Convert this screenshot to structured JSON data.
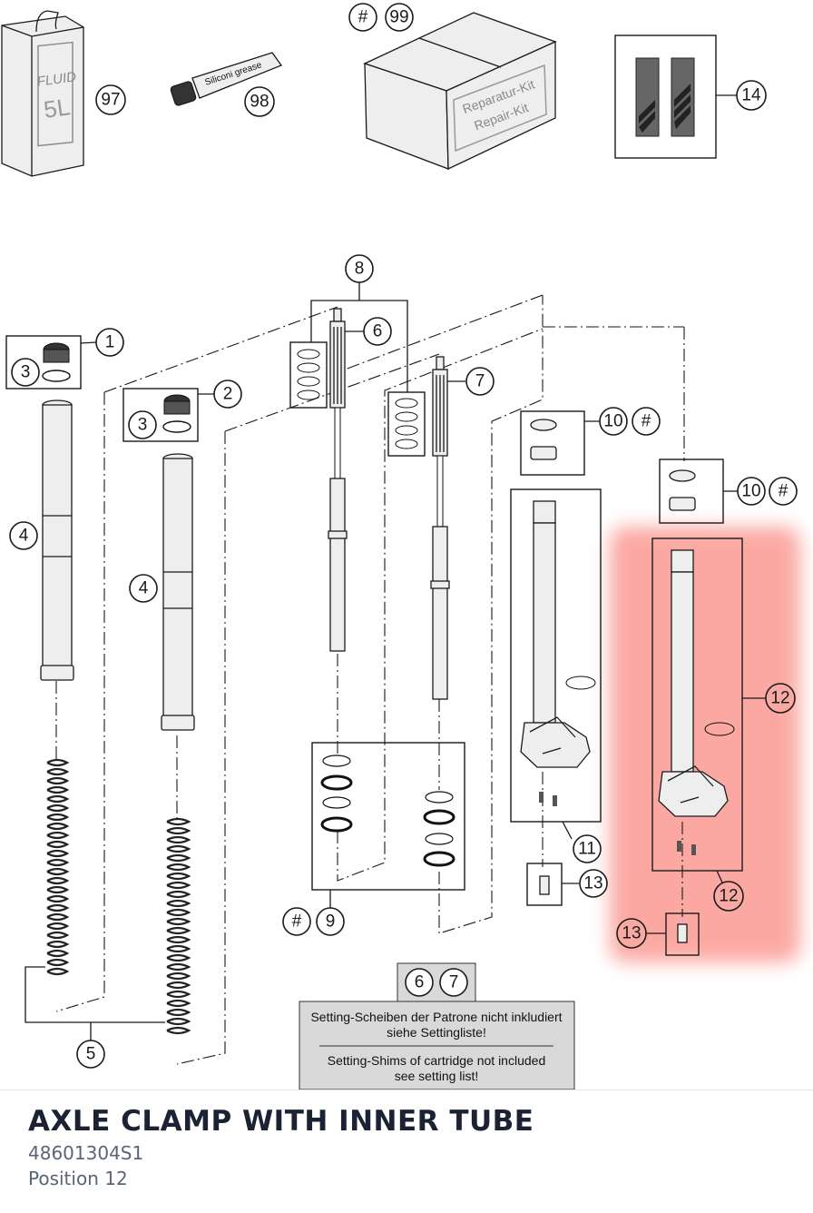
{
  "diagram": {
    "callouts": {
      "c97": "97",
      "c98": "98",
      "c_hash_top": "#",
      "c99": "99",
      "c14": "14",
      "c8": "8",
      "c6": "6",
      "c7": "7",
      "c1": "1",
      "c3a": "3",
      "c2": "2",
      "c3b": "3",
      "c4a": "4",
      "c4b": "4",
      "c10a": "10",
      "c_hash_a": "#",
      "c10b": "10",
      "c_hash_b": "#",
      "c12a": "12",
      "c12b": "12",
      "c11": "11",
      "c13a": "13",
      "c13b": "13",
      "c_hash_9": "#",
      "c9": "9",
      "c5": "5",
      "c6_note": "6",
      "c7_note": "7"
    },
    "labels": {
      "fluid_can": "FLUID",
      "fluid_volume": "5L",
      "grease_tube": "Siliconi grease",
      "repair_kit_de": "Reparatur-Kit",
      "repair_kit_en": "Repair-Kit"
    },
    "note": {
      "line1_de": "Setting-Scheiben der Patrone nicht inkludiert",
      "line2_de": "siehe Settingliste!",
      "line1_en": "Setting-Shims of cartridge not included",
      "line2_en": "see setting list!"
    },
    "highlight_color": "#f9a9a3"
  },
  "footer": {
    "title": "AXLE CLAMP WITH INNER TUBE",
    "part_number": "48601304S1",
    "position": "Position 12"
  }
}
